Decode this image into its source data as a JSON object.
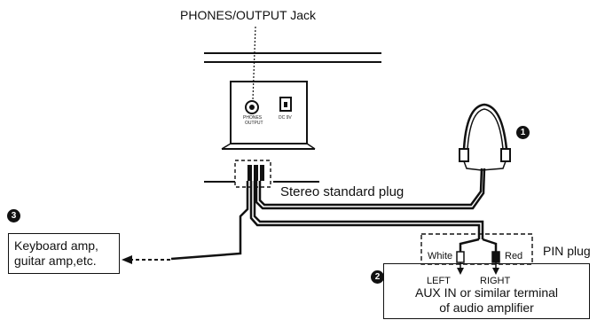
{
  "labels": {
    "jack": "PHONES/OUTPUT Jack",
    "stereo_plug": "Stereo standard plug",
    "pin_plug": "PIN plug",
    "white": "White",
    "red": "Red",
    "left": "LEFT",
    "right": "RIGHT",
    "panel_phones_line1": "PHONES",
    "panel_phones_line2": "OUTPUT",
    "panel_dc": "DC 9V"
  },
  "boxes": {
    "keyboard_amp_line1": "Keyboard amp,",
    "keyboard_amp_line2": "guitar amp,etc.",
    "aux_line1": "AUX IN or similar terminal",
    "aux_line2": "of audio amplifier"
  },
  "badges": {
    "one": "1",
    "two": "2",
    "three": "3"
  },
  "colors": {
    "line": "#111111",
    "background": "#ffffff"
  }
}
